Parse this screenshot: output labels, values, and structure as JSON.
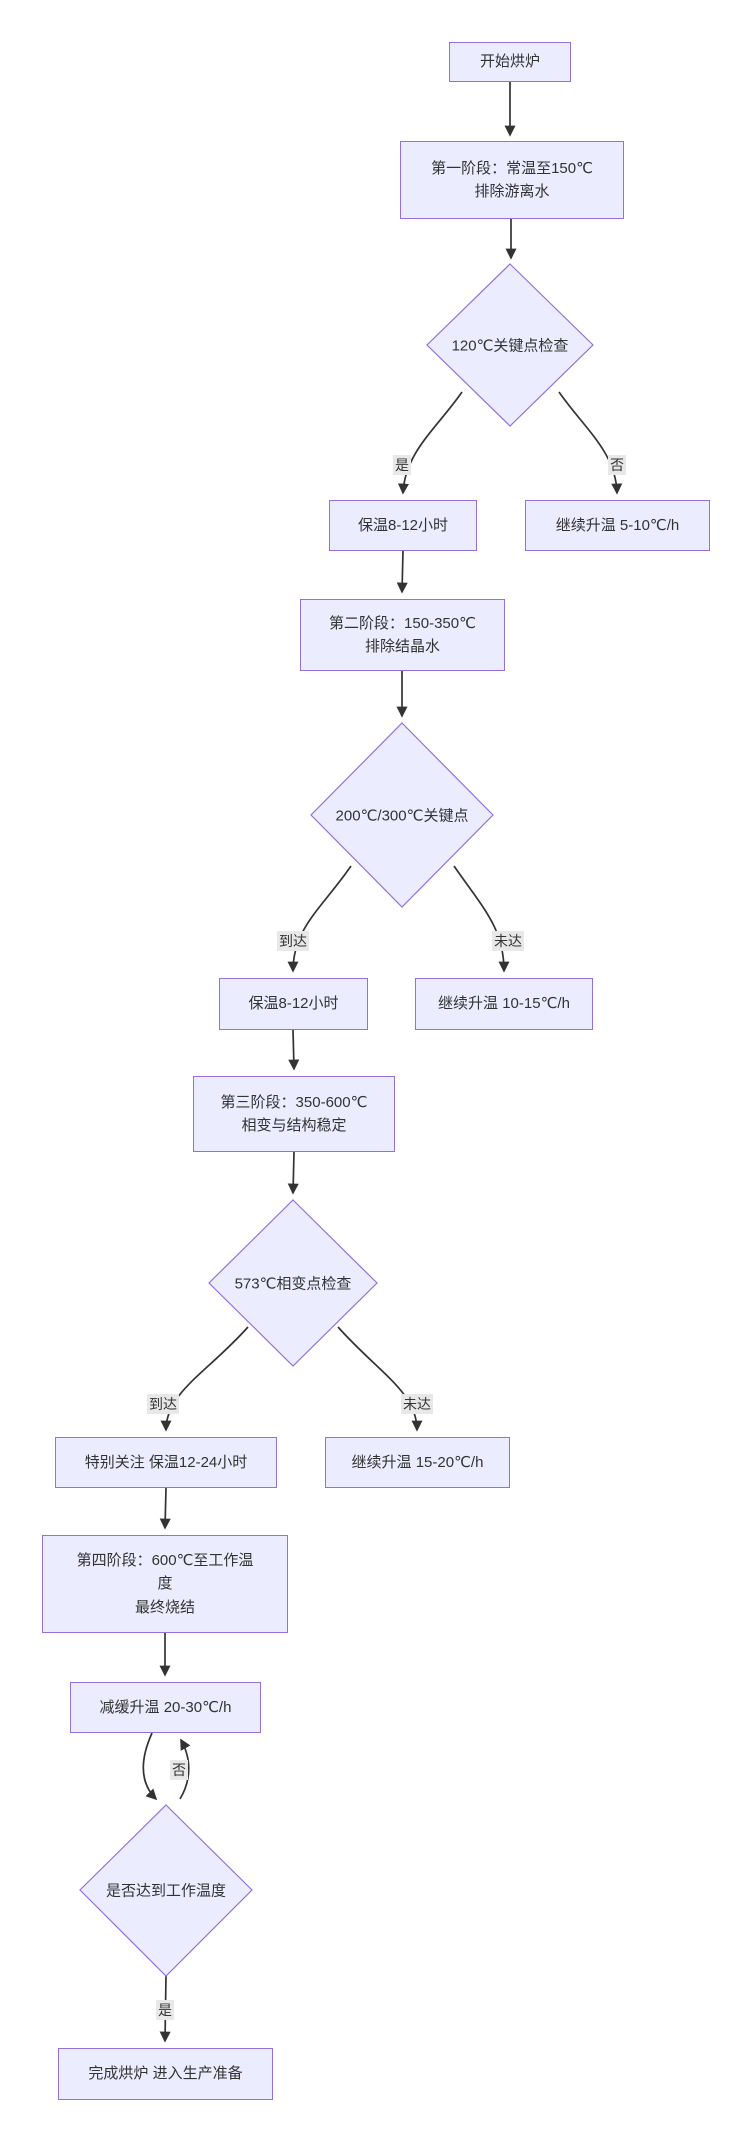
{
  "diagram": {
    "type": "flowchart-top-down",
    "colors": {
      "node_fill": "#ECECFF",
      "node_border": "#9370DB",
      "edge_line": "#333333",
      "edge_label_bg": "#e8e8e8",
      "text": "#333333"
    },
    "nodes": {
      "start": {
        "lines": [
          "开始烘炉"
        ]
      },
      "stage1": {
        "lines": [
          "第一阶段：常温至150℃",
          "排除游离水"
        ]
      },
      "check120": {
        "label": "120℃关键点检查"
      },
      "hold1": {
        "lines": [
          "保温8-12小时"
        ]
      },
      "heat1": {
        "lines": [
          "继续升温 5-10℃/h"
        ]
      },
      "stage2": {
        "lines": [
          "第二阶段：150-350℃",
          "排除结晶水"
        ]
      },
      "check200": {
        "label": "200℃/300℃关键点"
      },
      "hold2": {
        "lines": [
          "保温8-12小时"
        ]
      },
      "heat2": {
        "lines": [
          "继续升温 10-15℃/h"
        ]
      },
      "stage3": {
        "lines": [
          "第三阶段：350-600℃",
          "相变与结构稳定"
        ]
      },
      "check573": {
        "label": "573℃相变点检查"
      },
      "hold3": {
        "lines": [
          "特别关注 保温12-24小时"
        ]
      },
      "heat3": {
        "lines": [
          "继续升温 15-20℃/h"
        ]
      },
      "stage4": {
        "lines": [
          "第四阶段：600℃至工作温",
          "度",
          "最终烧结"
        ]
      },
      "slow": {
        "lines": [
          "减缓升温 20-30℃/h"
        ]
      },
      "checkwork": {
        "label": "是否达到工作温度"
      },
      "done": {
        "lines": [
          "完成烘炉 进入生产准备"
        ]
      }
    },
    "edge_labels": {
      "yes1": "是",
      "no1": "否",
      "reach2": "到达",
      "miss2": "未达",
      "reach3": "到达",
      "miss3": "未达",
      "loop_no": "否",
      "yes_final": "是"
    }
  }
}
